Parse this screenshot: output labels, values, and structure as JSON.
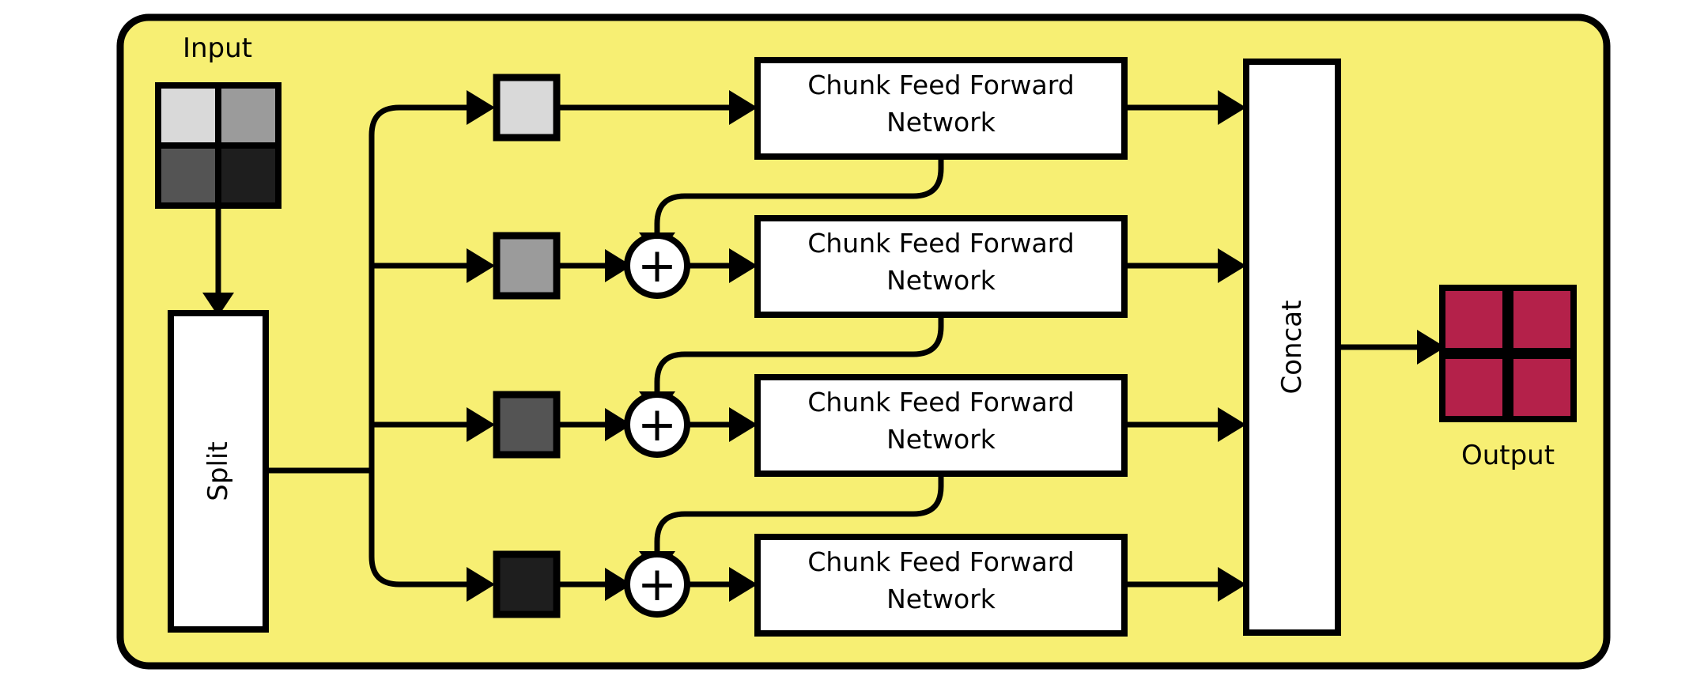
{
  "figure": {
    "title": "Chunk Feed Forward Network block diagram",
    "background_color": "#f7ef73",
    "frame_stroke": "#000000",
    "line_color": "#000000"
  },
  "labels": {
    "input": "Input",
    "output": "Output",
    "split": "Split",
    "concat": "Concat",
    "plus": "+"
  },
  "input_tile": {
    "name": "input-feature-map",
    "cells": [
      {
        "id": "tl",
        "color": "#d9d9d9"
      },
      {
        "id": "tr",
        "color": "#9b9b9b"
      },
      {
        "id": "bl",
        "color": "#545454"
      },
      {
        "id": "br",
        "color": "#1e1e1e"
      }
    ]
  },
  "output_tile": {
    "name": "output-feature-map",
    "color": "#b4214a",
    "cells": [
      {
        "id": "tl",
        "color": "#b4214a"
      },
      {
        "id": "tr",
        "color": "#b4214a"
      },
      {
        "id": "bl",
        "color": "#b4214a"
      },
      {
        "id": "br",
        "color": "#b4214a"
      }
    ]
  },
  "branches": [
    {
      "index": 1,
      "chunk_label": "chunk-1",
      "chunk_color": "#d9d9d9",
      "has_adder": false,
      "block_line1": "Chunk Feed Forward",
      "block_line2": "Network",
      "skip_out": true
    },
    {
      "index": 2,
      "chunk_label": "chunk-2",
      "chunk_color": "#9b9b9b",
      "has_adder": true,
      "block_line1": "Chunk Feed Forward",
      "block_line2": "Network",
      "skip_out": true
    },
    {
      "index": 3,
      "chunk_label": "chunk-3",
      "chunk_color": "#545454",
      "has_adder": true,
      "block_line1": "Chunk Feed Forward",
      "block_line2": "Network",
      "skip_out": true
    },
    {
      "index": 4,
      "chunk_label": "chunk-4",
      "chunk_color": "#1e1e1e",
      "has_adder": true,
      "block_line1": "Chunk Feed Forward",
      "block_line2": "Network",
      "skip_out": false
    }
  ]
}
